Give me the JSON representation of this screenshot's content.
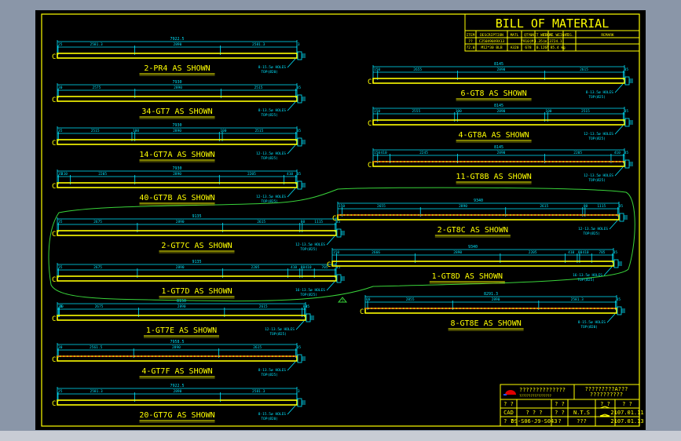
{
  "colors": {
    "background": "#000000",
    "frame": "#ffff00",
    "beam": "#ffff00",
    "dimension": "#00e5ff",
    "cloud": "#39d43a",
    "weld": "#ff2020",
    "workspace": "#8a96a8"
  },
  "bom": {
    "title": "BILL OF MATERIAL",
    "headers": [
      "ITEM",
      "DESCRIPTION",
      "MATL",
      "QTY.",
      "UNIT WEIGHT",
      "TOTAL WEIGHT",
      "FIG.",
      "REMARK"
    ],
    "rows": [
      [
        "??",
        "C250X90X9X13",
        "",
        "7910(M)",
        "4.35(m)",
        "3724.1",
        "",
        ""
      ],
      [
        "?2.0",
        "M12*30 BLB",
        "A320",
        "678",
        "0.126",
        "? 85.4 kg",
        "",
        ""
      ]
    ]
  },
  "parts": [
    {
      "id": "pr4",
      "label": "2-PR4 AS SHOWN",
      "overall": "7922.5",
      "segments": [
        "25",
        "2581.3",
        "2890",
        "2581.3",
        "3"
      ],
      "holes": "8-15.5ø HOLES",
      "holes_sub": "TOP(Ø20)",
      "section_dims": "110"
    },
    {
      "id": "gt7",
      "label": "34-GT7 AS SHOWN",
      "overall": "7930",
      "segments": [
        "30",
        "2575",
        "2890",
        "2515",
        "35"
      ],
      "holes": "8-13.5ø HOLES",
      "holes_sub": "TOP(Ø25)",
      "section_dims": "110"
    },
    {
      "id": "gt7a",
      "label": "14-GT7A AS SHOWN",
      "overall": "7930",
      "segments": [
        "35",
        "2515",
        "100",
        "2890",
        "100",
        "2515",
        "35"
      ],
      "holes": "12-13.5ø HOLES",
      "holes_sub": "TOP(Ø25)",
      "section_dims": "110"
    },
    {
      "id": "gt7b",
      "label": "40-GT7B AS SHOWN",
      "overall": "7930",
      "segments": [
        "35",
        "410",
        "2205",
        "2890",
        "2205",
        "410",
        "35"
      ],
      "holes": "12-13.5ø HOLES",
      "holes_sub": "TOP(Ø25)",
      "section_dims": "110"
    },
    {
      "id": "gt7c",
      "label": "2-GT7C AS SHOWN",
      "overall": "9135",
      "segments": [
        "35",
        "2675",
        "2890",
        "2615",
        "80",
        "1115",
        "35"
      ],
      "holes": "12-13.5ø HOLES",
      "holes_sub": "TOP(Ø25)",
      "section_dims": "110"
    },
    {
      "id": "gt7d",
      "label": "1-GT7D AS SHOWN",
      "overall": "9135",
      "segments": [
        "35",
        "2675",
        "2890",
        "2205",
        "410",
        "80",
        "410",
        "705",
        "35"
      ],
      "holes": "16-13.5ø HOLES",
      "holes_sub": "TOP(Ø25)",
      "section_dims": "110"
    },
    {
      "id": "gt7e",
      "label": "1-GT7E AS SHOWN",
      "overall": "8150",
      "segments": [
        "35",
        "30",
        "2675",
        "2890",
        "2615",
        "80",
        "35"
      ],
      "holes": "12-13.5ø HOLES",
      "holes_sub": "TOP(Ø25)",
      "section_dims": "110"
    },
    {
      "id": "gt7f",
      "label": "4-GT7F AS SHOWN",
      "overall": "7958.5",
      "segments": [
        "30",
        "2561.5",
        "2890",
        "2615",
        "35"
      ],
      "holes": "8-13.5ø HOLES",
      "holes_sub": "TOP(Ø25)",
      "section_dims": "110"
    },
    {
      "id": "gt7g",
      "label": "20-GT7G AS SHOWN",
      "overall": "7922.5",
      "segments": [
        "25",
        "2581.3",
        "2890",
        "2581.3",
        "3"
      ],
      "holes": "8-15.5ø HOLES",
      "holes_sub": "TOP(Ø20)",
      "section_dims": "110"
    },
    {
      "id": "gt8",
      "label": "6-GT8 AS SHOWN",
      "overall": "8145",
      "segments": [
        "150",
        "2655",
        "2890",
        "2615",
        "35"
      ],
      "holes": "8-13.5ø HOLES",
      "holes_sub": "TOP(Ø25)",
      "section_dims": "110"
    },
    {
      "id": "gt8a",
      "label": "4-GT8A AS SHOWN",
      "overall": "8145",
      "segments": [
        "150",
        "2555",
        "100",
        "2890",
        "100",
        "2515",
        "35"
      ],
      "holes": "12-13.5ø HOLES",
      "holes_sub": "TOP(Ø25)",
      "section_dims": "110"
    },
    {
      "id": "gt8b",
      "label": "11-GT8B AS SHOWN",
      "overall": "8145",
      "segments": [
        "150",
        "410",
        "2245",
        "2890",
        "2205",
        "410",
        "35"
      ],
      "holes": "12-13.5ø HOLES",
      "holes_sub": "TOP(Ø25)",
      "section_dims": "110"
    },
    {
      "id": "gt8c",
      "label": "2-GT8C AS SHOWN",
      "overall": "9340",
      "segments": [
        "150",
        "2655",
        "2890",
        "2615",
        "80",
        "1115",
        "35"
      ],
      "holes": "12-13.5ø HOLES",
      "holes_sub": "TOP(Ø25)",
      "section_dims": "110"
    },
    {
      "id": "gt8d",
      "label": "1-GT8D AS SHOWN",
      "overall": "9340",
      "segments": [
        "150",
        "2666",
        "2890",
        "2205",
        "410",
        "80",
        "410",
        "705",
        "35"
      ],
      "holes": "16-13.5ø HOLES",
      "holes_sub": "TOP(Ø25)",
      "section_dims": "110"
    },
    {
      "id": "gt8e",
      "label": "8-GT8E AS SHOWN",
      "overall": "8291.3",
      "segments": [
        "80",
        "2855",
        "2890",
        "2581.3",
        "35"
      ],
      "holes": "8-15.5ø HOLES",
      "holes_sub": "TOP(Ø20)",
      "section_dims": "110"
    }
  ],
  "title_block": {
    "company": "??????????????",
    "company_sub": "?????????????????",
    "project": "?????????A???",
    "project_sub": "??????????",
    "r1": [
      "? ?",
      "",
      "? ?",
      "",
      "? ?",
      "?   ?"
    ],
    "r2": [
      "CAD",
      "? ? ?",
      "? ?",
      "N.T.S",
      "",
      "2107.01.11"
    ],
    "r3": [
      "? ?",
      "DS-S06-J9-S043",
      "?",
      "???",
      "",
      "2107.01.13"
    ],
    "revision_mark": "1"
  }
}
